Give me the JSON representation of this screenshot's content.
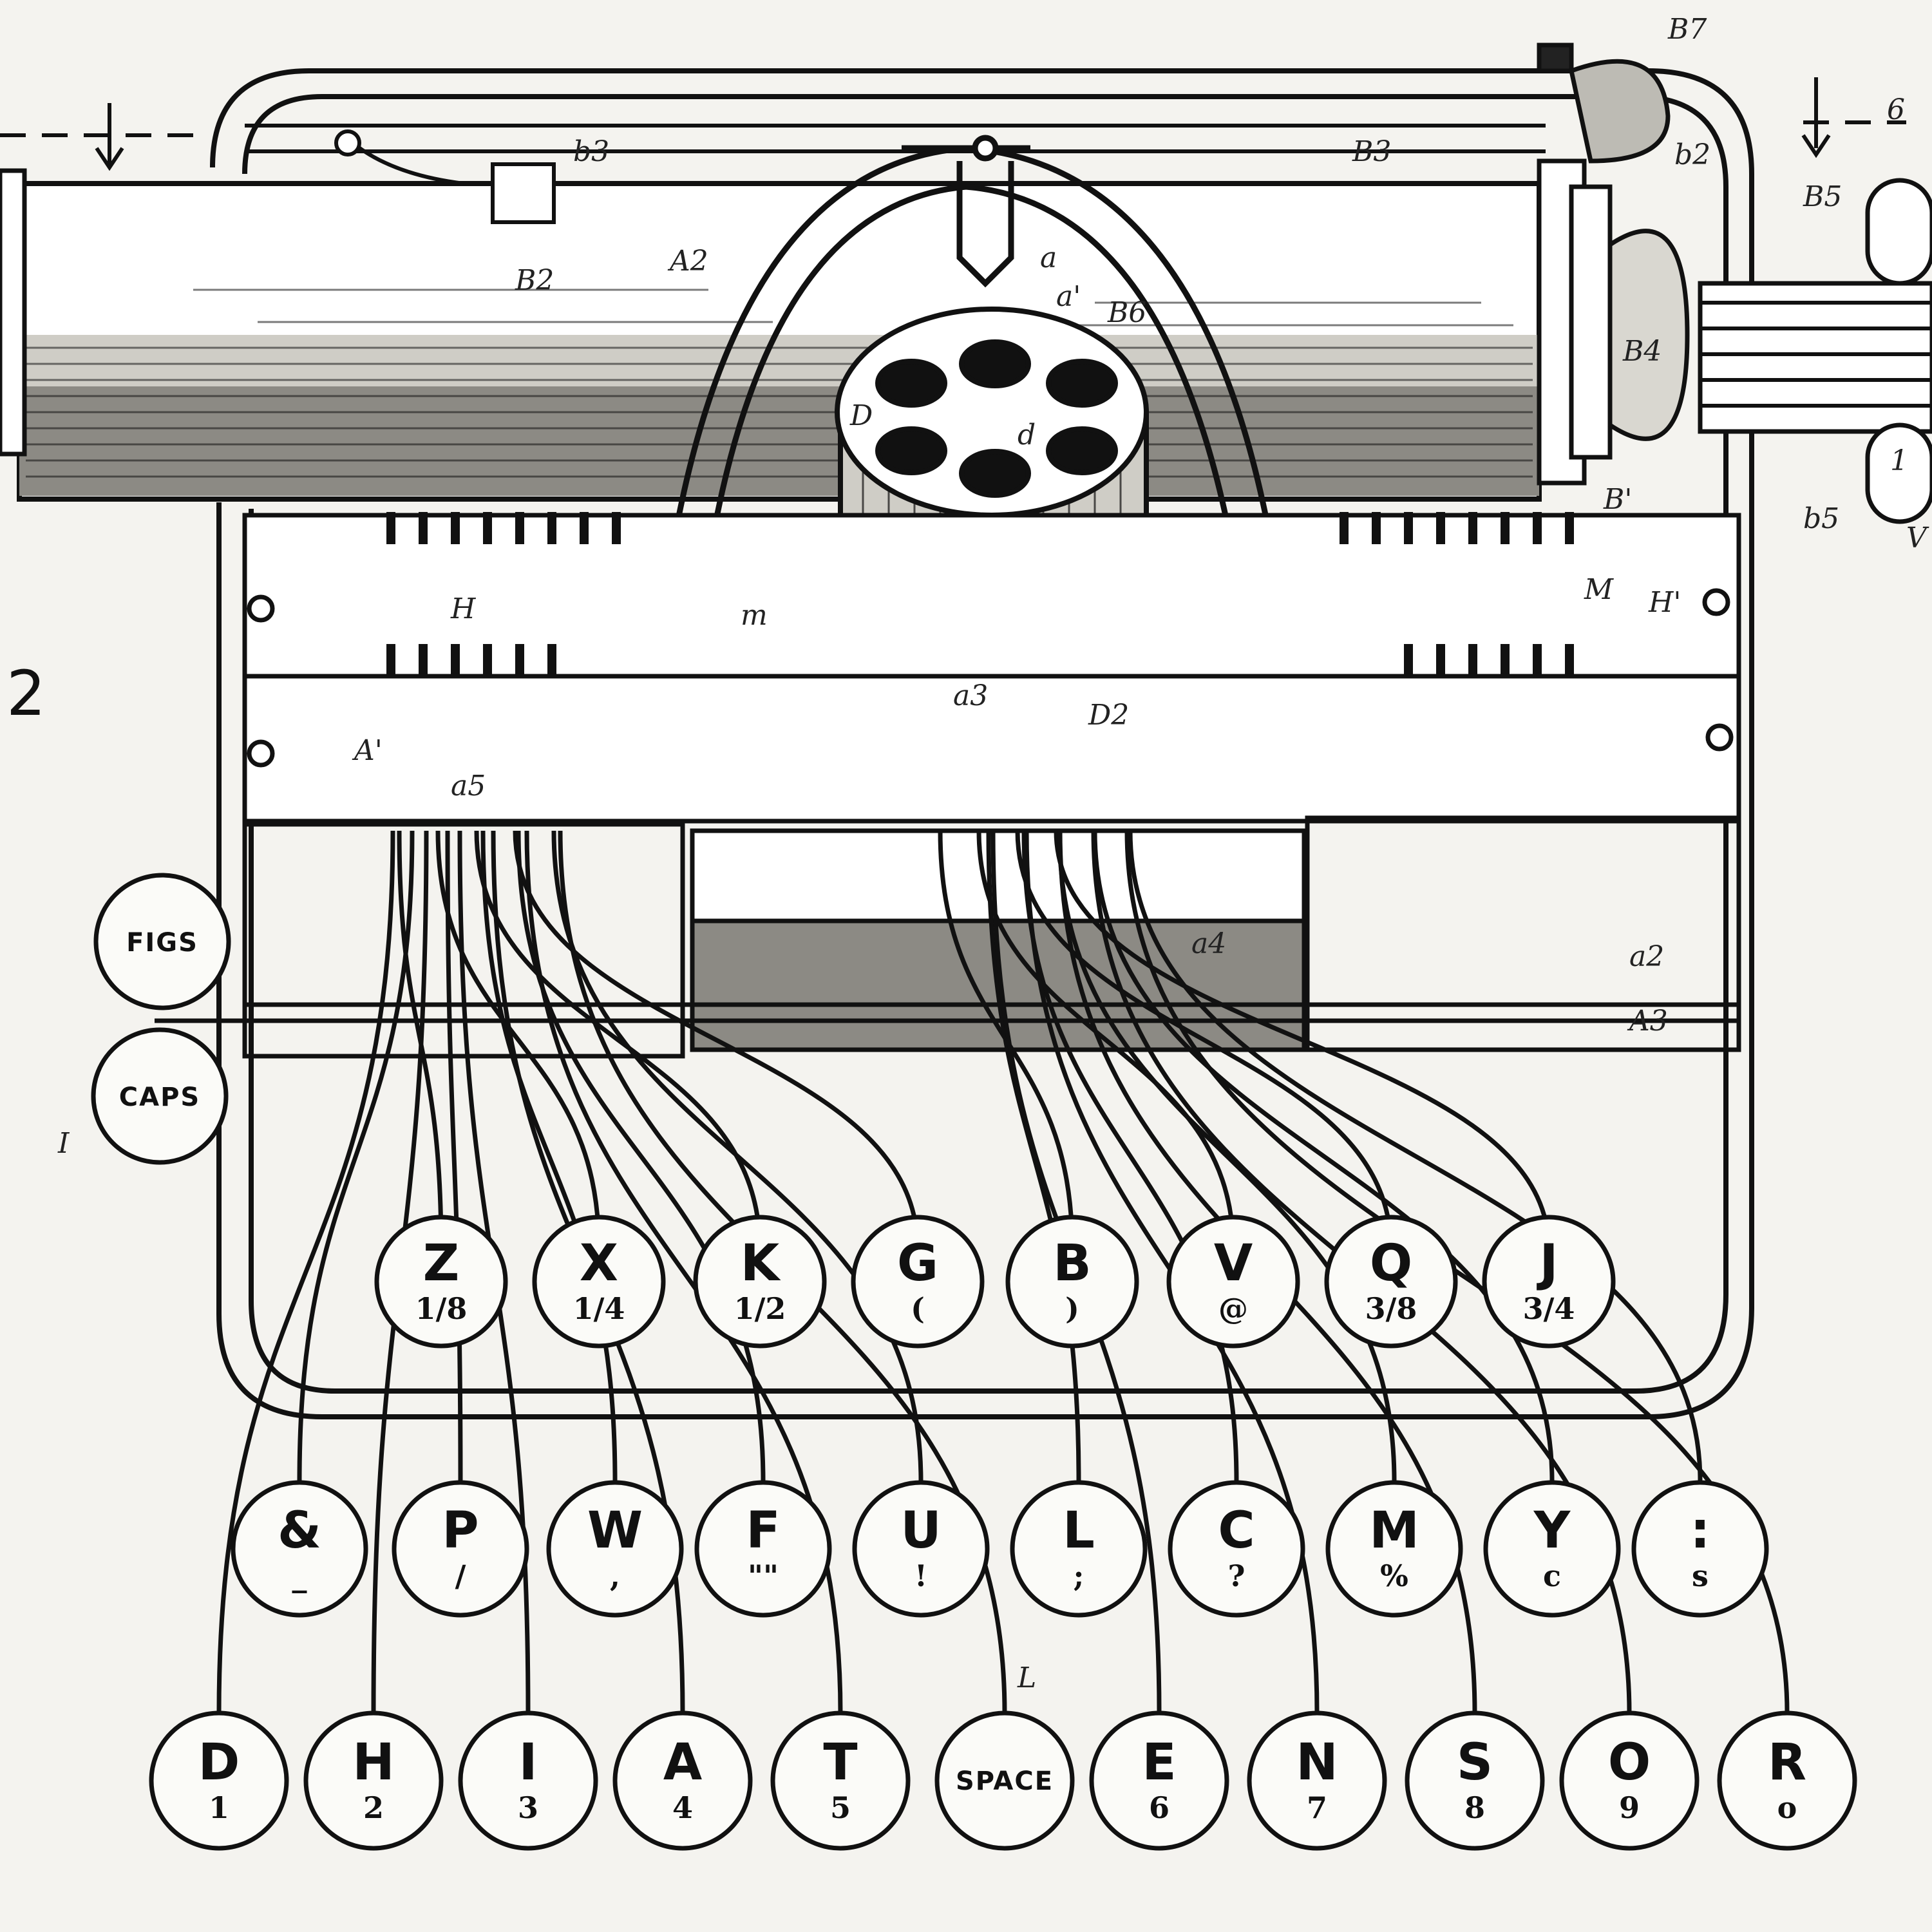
{
  "figure": {
    "label": "2",
    "modifier_keys": [
      {
        "id": "figs",
        "label": "FIGS"
      },
      {
        "id": "caps",
        "label": "CAPS"
      }
    ],
    "keys_top_row": [
      {
        "main": "Z",
        "sub": "1/8"
      },
      {
        "main": "X",
        "sub": "1/4"
      },
      {
        "main": "K",
        "sub": "1/2"
      },
      {
        "main": "G",
        "sub": "("
      },
      {
        "main": "B",
        "sub": ")"
      },
      {
        "main": "V",
        "sub": "@"
      },
      {
        "main": "Q",
        "sub": "3/8"
      },
      {
        "main": "J",
        "sub": "3/4"
      }
    ],
    "keys_middle_row": [
      {
        "main": "&",
        "sub": "_"
      },
      {
        "main": "P",
        "sub": "/"
      },
      {
        "main": "W",
        "sub": ","
      },
      {
        "main": "F",
        "sub": "\"\""
      },
      {
        "main": "U",
        "sub": "!"
      },
      {
        "main": "L",
        "sub": ";"
      },
      {
        "main": "C",
        "sub": "?"
      },
      {
        "main": "M",
        "sub": "%"
      },
      {
        "main": "Y",
        "sub": "c"
      },
      {
        "main": ":",
        "sub": "s"
      }
    ],
    "keys_bottom_row": [
      {
        "main": "D",
        "sub": "1"
      },
      {
        "main": "H",
        "sub": "2"
      },
      {
        "main": "I",
        "sub": "3"
      },
      {
        "main": "A",
        "sub": "4"
      },
      {
        "main": "T",
        "sub": "5"
      },
      {
        "main": "SPACE",
        "sub": ""
      },
      {
        "main": "E",
        "sub": "6"
      },
      {
        "main": "N",
        "sub": "7"
      },
      {
        "main": "S",
        "sub": "8"
      },
      {
        "main": "O",
        "sub": "9"
      },
      {
        "main": "R",
        "sub": "o"
      }
    ],
    "reference_labels": [
      "B7",
      "B3",
      "b3",
      "A2",
      "B2",
      "a",
      "a'",
      "B6",
      "D",
      "d",
      "B5",
      "b5",
      "b2",
      "B4",
      "B'",
      "H",
      "m",
      "M",
      "H'",
      "a3",
      "D2",
      "A'",
      "a5",
      "a4",
      "a2",
      "A3",
      "I",
      "L",
      "V",
      "6",
      "1"
    ]
  }
}
